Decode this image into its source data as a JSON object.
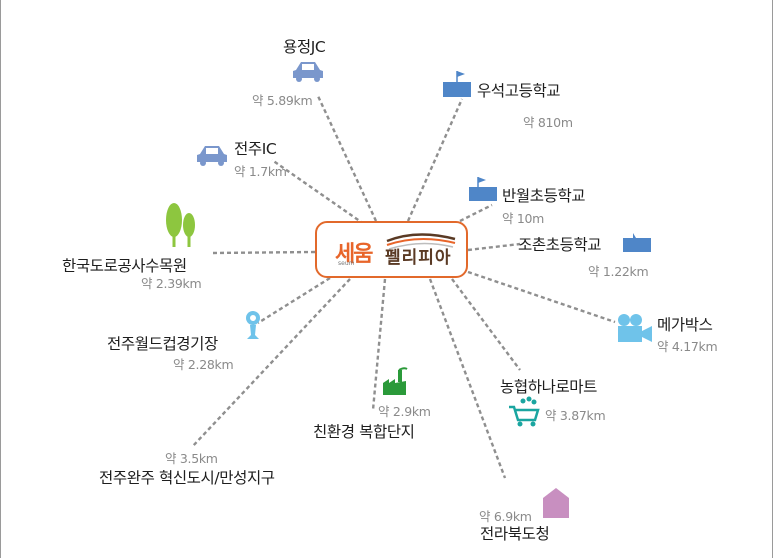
{
  "colors": {
    "line": "#8f8f8f",
    "accent": "#e8652a",
    "brand_dark": "#5a3a24",
    "car": "#7a97cc",
    "school": "#4f86c8",
    "tree": "#8dc63f",
    "cinema": "#6fc3ea",
    "cart": "#1aa5a0",
    "factory": "#2b9a3a",
    "office": "#c88fc0"
  },
  "center": {
    "brand_main": "세움",
    "brand_small": "seum",
    "brand_sub": "펠리피아"
  },
  "destinations": [
    {
      "id": "yongjeong-jc",
      "icon": "car-icon",
      "name": "용정JC",
      "distance": "약 5.89km"
    },
    {
      "id": "jeonju-ic",
      "icon": "car-icon",
      "name": "전주IC",
      "distance": "약 1.7km"
    },
    {
      "id": "expressway-arboretum",
      "icon": "tree-icon",
      "name": "한국도로공사수목원",
      "distance": "약 2.39km"
    },
    {
      "id": "world-cup-stadium",
      "icon": "soccer-trophy-icon",
      "name": "전주월드컵경기장",
      "distance": "약 2.28km"
    },
    {
      "id": "innovation-city",
      "icon": "",
      "name": "전주완주 혁신도시/만성지구",
      "distance": "약 3.5km"
    },
    {
      "id": "eco-complex",
      "icon": "factory-icon",
      "name": "친환경 복합단지",
      "distance": "약 2.9km"
    },
    {
      "id": "provincial-office",
      "icon": "building-icon",
      "name": "전라북도청",
      "distance": "약 6.9km"
    },
    {
      "id": "nonghyup-mart",
      "icon": "shopping-cart-icon",
      "name": "농협하나로마트",
      "distance": "약 3.87km"
    },
    {
      "id": "megabox",
      "icon": "movie-camera-icon",
      "name": "메가박스",
      "distance": "약 4.17km"
    },
    {
      "id": "jochon-elementary",
      "icon": "school-icon",
      "name": "조촌초등학교",
      "distance": "약 1.22km"
    },
    {
      "id": "banwol-elementary",
      "icon": "school-icon",
      "name": "반월초등학교",
      "distance": "약 10m"
    },
    {
      "id": "useok-high",
      "icon": "school-icon",
      "name": "우석고등학교",
      "distance": "약 810m"
    }
  ]
}
